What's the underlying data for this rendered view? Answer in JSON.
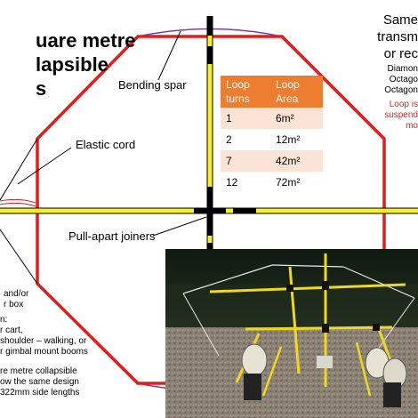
{
  "title": {
    "line1": "uare metre",
    "line2": "lapsible",
    "line3": "s"
  },
  "labels": {
    "bending_spar": "Bending spar",
    "elastic_cord": "Elastic cord",
    "pull_apart_joiners": "Pull-apart joiners"
  },
  "table": {
    "headers": [
      [
        "Loop",
        "turns"
      ],
      [
        "Loop",
        "Area"
      ]
    ],
    "rows": [
      {
        "turns": "1",
        "area": "6m²"
      },
      {
        "turns": "2",
        "area": "12m²"
      },
      {
        "turns": "7",
        "area": "42m²"
      },
      {
        "turns": "12",
        "area": "72m²"
      }
    ]
  },
  "right_text": {
    "line1": "Same",
    "line2": "transm",
    "line3": "or rec",
    "line4": "Diamon",
    "line5": "Octago",
    "line6": "Octagon",
    "red1": "Loop is",
    "red2": "suspend",
    "red3": "mo"
  },
  "left_text": {
    "l1": "and/or",
    "l2": "r box",
    "l3": "n:",
    "l4": "r cart,",
    "l5": "shoulder – walking, or",
    "l6": "r gimbal mount booms",
    "l7": "re metre collapsible",
    "l8": "ow the same design",
    "l9": "322mm side lengths"
  },
  "colors": {
    "frame": "#e31b1b",
    "spar": "#f5ef2a",
    "joiner": "#000000",
    "bending_arc": "#7b3fa0",
    "table_header": "#ed7d31",
    "table_band": "#fbe4d5"
  }
}
